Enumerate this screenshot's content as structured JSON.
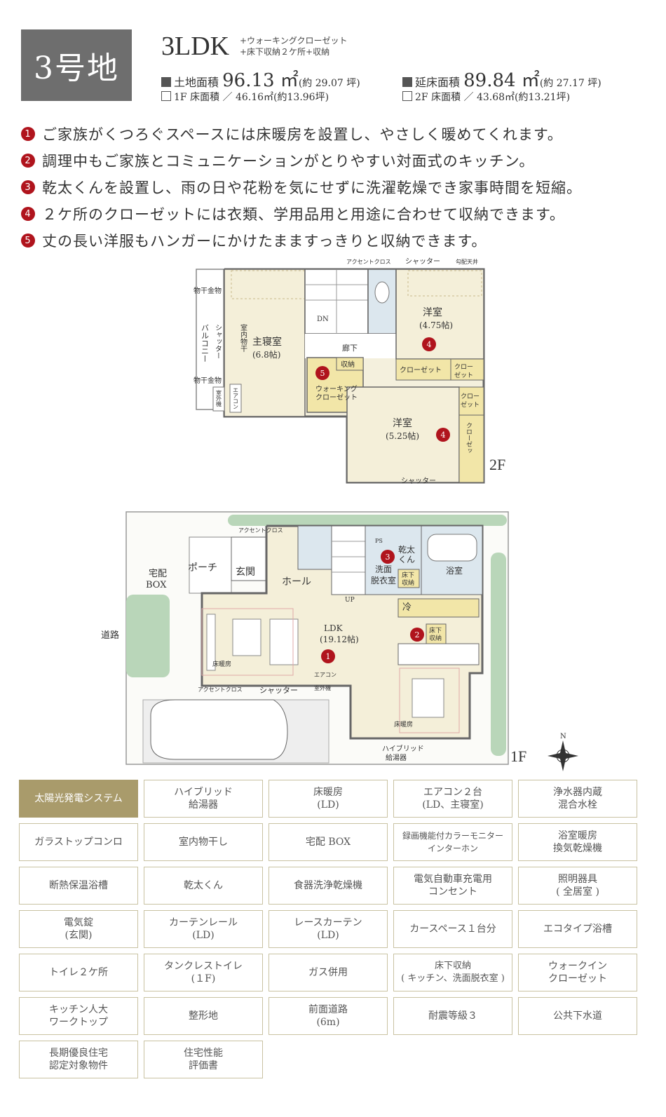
{
  "header": {
    "lot": "3号地",
    "layout": "3LDK",
    "extras_line1": "+ウォーキングクローゼット",
    "extras_line2": "+床下収納２ケ所+収納",
    "land_label": "土地面積",
    "land_value": "96.13 ㎡",
    "land_tsubo": "(約 29.07 坪)",
    "floor_label": "延床面積",
    "floor_value": "89.84 ㎡",
    "floor_tsubo": "(約 27.17 坪)",
    "f1_area": "1F 床面積 ／ 46.16㎡(約13.96坪)",
    "f2_area": "2F 床面積 ／ 43.68㎡(約13.21坪)"
  },
  "features": [
    {
      "num": "1",
      "text": "ご家族がくつろぐスペースには床暖房を設置し、やさしく暖めてくれます。"
    },
    {
      "num": "2",
      "text": "調理中もご家族とコミュニケーションがとりやすい対面式のキッチン。"
    },
    {
      "num": "3",
      "text": "乾太くんを設置し、雨の日や花粉を気にせずに洗濯乾燥でき家事時間を短縮。"
    },
    {
      "num": "4",
      "text": "２ケ所のクローゼットには衣類、学用品用と用途に合わせて収納できます。"
    },
    {
      "num": "5",
      "text": "丈の長い洋服もハンガーにかけたまますっきりと収納できます。"
    }
  ],
  "plan2f": {
    "accent_cross": "アクセントクロス",
    "shutter_top": "シャッター",
    "sloped_ceiling": "勾配天井",
    "hanger_top": "物干金物",
    "hanger_bottom": "物干金物",
    "balcony": "バルコニー",
    "shutter_side": "シャッター",
    "indoor_dry": "室内物干",
    "master": "主寝室",
    "master_size": "(6.8帖)",
    "dn": "DN",
    "hall": "廊下",
    "storage": "収納",
    "wic_line1": "ウォーキング",
    "wic_line2": "クローゼット",
    "aircon": "エアコン",
    "outdoor_unit": "室外機",
    "room1": "洋室",
    "room1_size": "(4.75帖)",
    "closet_a": "クローゼット",
    "closet_b1": "クロー",
    "closet_b2": "ゼット",
    "room2": "洋室",
    "room2_size": "(5.25帖)",
    "closet_c": "クロー",
    "closet_c2": "ゼット",
    "closet_d": "クローゼッ",
    "shutter_bottom": "シャッター",
    "floor": "2F"
  },
  "plan1f": {
    "accent_cross_top": "アクセントクロス",
    "ps": "PS",
    "kanta1": "乾太",
    "kanta2": "くん",
    "bath": "浴室",
    "wash1": "洗面",
    "wash2": "脱衣室",
    "underfloor1": "床下",
    "underfloor2": "収納",
    "delivery1": "宅配",
    "delivery2": "BOX",
    "porch": "ポーチ",
    "entrance": "玄関",
    "hall": "ホール",
    "up": "UP",
    "fridge": "冷",
    "road": "道路",
    "ldk": "LDK",
    "ldk_size": "(19.12帖)",
    "floor_heat": "床暖房",
    "underfloor3": "床下",
    "underfloor4": "収納",
    "aircon": "エアコン",
    "outdoor_unit": "室外機",
    "accent_cross_bottom": "アクセントクロス",
    "shutter": "シャッター",
    "floor_heat2": "床暖房",
    "hybrid1": "ハイブリッド",
    "hybrid2": "給湯器",
    "north": "N",
    "floor": "1F"
  },
  "equipment": [
    {
      "label": "太陽光発電システム",
      "highlight": true
    },
    {
      "label": "ハイブリッド\n給湯器",
      "highlight": false
    },
    {
      "label": "床暖房\n(LD)",
      "highlight": false
    },
    {
      "label": "エアコン２台\n(LD、主寝室)",
      "highlight": false
    },
    {
      "label": "浄水器内蔵\n混合水栓",
      "highlight": false
    },
    {
      "label": "ガラストップコンロ",
      "highlight": false
    },
    {
      "label": "室内物干し",
      "highlight": false
    },
    {
      "label": "宅配 BOX",
      "highlight": false
    },
    {
      "label": "録画機能付カラーモニター\nインターホン",
      "highlight": false
    },
    {
      "label": "浴室暖房\n換気乾燥機",
      "highlight": false
    },
    {
      "label": "断熱保温浴槽",
      "highlight": false
    },
    {
      "label": "乾太くん",
      "highlight": false
    },
    {
      "label": "食器洗浄乾燥機",
      "highlight": false
    },
    {
      "label": "電気自動車充電用\nコンセント",
      "highlight": false
    },
    {
      "label": "照明器具\n( 全居室 )",
      "highlight": false
    },
    {
      "label": "電気錠\n(玄関)",
      "highlight": false
    },
    {
      "label": "カーテンレール\n(LD)",
      "highlight": false
    },
    {
      "label": "レースカーテン\n(LD)",
      "highlight": false
    },
    {
      "label": "カースペース１台分",
      "highlight": false
    },
    {
      "label": "エコタイプ浴槽",
      "highlight": false
    },
    {
      "label": "トイレ２ケ所",
      "highlight": false
    },
    {
      "label": "タンクレストイレ\n(１F)",
      "highlight": false
    },
    {
      "label": "ガス併用",
      "highlight": false
    },
    {
      "label": "床下収納\n( キッチン、洗面脱衣室 )",
      "highlight": false
    },
    {
      "label": "ウォークイン\nクローゼット",
      "highlight": false
    },
    {
      "label": "キッチン人大\nワークトップ",
      "highlight": false
    },
    {
      "label": "整形地",
      "highlight": false
    },
    {
      "label": "前面道路\n(6m)",
      "highlight": false
    },
    {
      "label": "耐震等級３",
      "highlight": false
    },
    {
      "label": "公共下水道",
      "highlight": false
    },
    {
      "label": "長期優良住宅\n認定対象物件",
      "highlight": false
    },
    {
      "label": "住宅性能\n評価書",
      "highlight": false
    }
  ]
}
